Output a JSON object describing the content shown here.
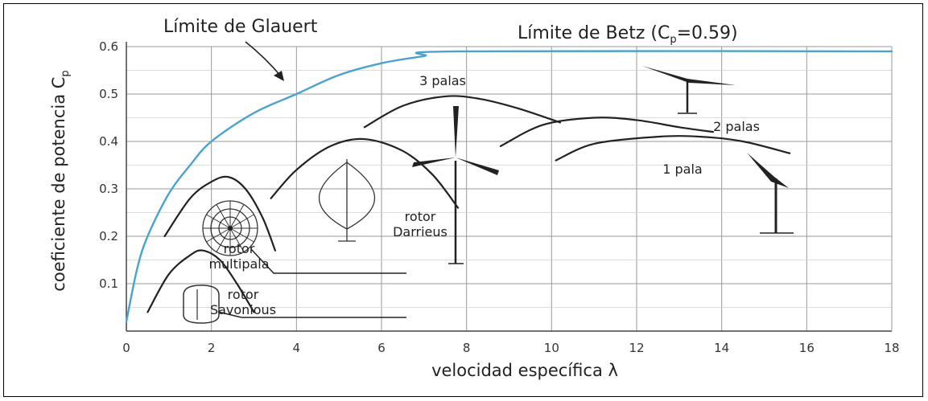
{
  "chart_data": {
    "type": "line",
    "xlabel": "velocidad específica λ",
    "ylabel": "coeficiente de potencia C",
    "ylabel_sub": "p",
    "xlim": [
      0,
      18
    ],
    "ylim": [
      0,
      0.6
    ],
    "xticks": [
      0,
      2,
      4,
      6,
      8,
      10,
      12,
      14,
      16,
      18
    ],
    "yticks": [
      0.1,
      0.2,
      0.3,
      0.4,
      0.5,
      0.6
    ],
    "grid": true,
    "annotations": {
      "glauert": "Límite de Glauert",
      "betz_prefix": "Límite de Betz (C",
      "betz_sub": "p",
      "betz_suffix": "=0.59)"
    },
    "series": [
      {
        "name": "Límite de Glauert",
        "color": "#4aa3cf",
        "x": [
          0,
          0.25,
          0.5,
          1,
          1.5,
          2,
          3,
          4,
          5,
          6,
          7,
          7.8,
          18
        ],
        "y": [
          0.02,
          0.13,
          0.2,
          0.29,
          0.35,
          0.4,
          0.46,
          0.5,
          0.54,
          0.565,
          0.58,
          0.59,
          0.59
        ]
      },
      {
        "name": "rotor Savonious",
        "label": [
          "rotor",
          "Savonious"
        ],
        "color": "#222222",
        "x": [
          0.5,
          1,
          1.5,
          1.8,
          2.2,
          2.6,
          3
        ],
        "y": [
          0.04,
          0.12,
          0.16,
          0.17,
          0.15,
          0.1,
          0.04
        ]
      },
      {
        "name": "rotor multipala",
        "label": [
          "rotor",
          "multipala"
        ],
        "color": "#222222",
        "x": [
          0.9,
          1.5,
          2,
          2.4,
          2.8,
          3.2,
          3.5
        ],
        "y": [
          0.2,
          0.28,
          0.315,
          0.325,
          0.3,
          0.24,
          0.17
        ]
      },
      {
        "name": "rotor Darrieus",
        "label": [
          "rotor",
          "Darrieus"
        ],
        "color": "#222222",
        "x": [
          3.4,
          4,
          4.8,
          5.6,
          6.5,
          7.2,
          7.8
        ],
        "y": [
          0.28,
          0.34,
          0.39,
          0.405,
          0.38,
          0.33,
          0.26
        ]
      },
      {
        "name": "3 palas",
        "label": [
          "3 palas"
        ],
        "color": "#222222",
        "x": [
          5.6,
          6.5,
          7.5,
          8.3,
          9.2,
          10.2
        ],
        "y": [
          0.43,
          0.475,
          0.495,
          0.49,
          0.47,
          0.44
        ]
      },
      {
        "name": "2 palas",
        "label": [
          "2 palas"
        ],
        "color": "#222222",
        "x": [
          8.8,
          9.8,
          11,
          12,
          13,
          13.8
        ],
        "y": [
          0.39,
          0.435,
          0.45,
          0.445,
          0.43,
          0.42
        ]
      },
      {
        "name": "1 pala",
        "label": [
          "1 pala"
        ],
        "color": "#222222",
        "x": [
          10.1,
          11,
          12.5,
          13.5,
          14.5,
          15.6
        ],
        "y": [
          0.36,
          0.395,
          0.41,
          0.41,
          0.4,
          0.375
        ]
      }
    ]
  }
}
